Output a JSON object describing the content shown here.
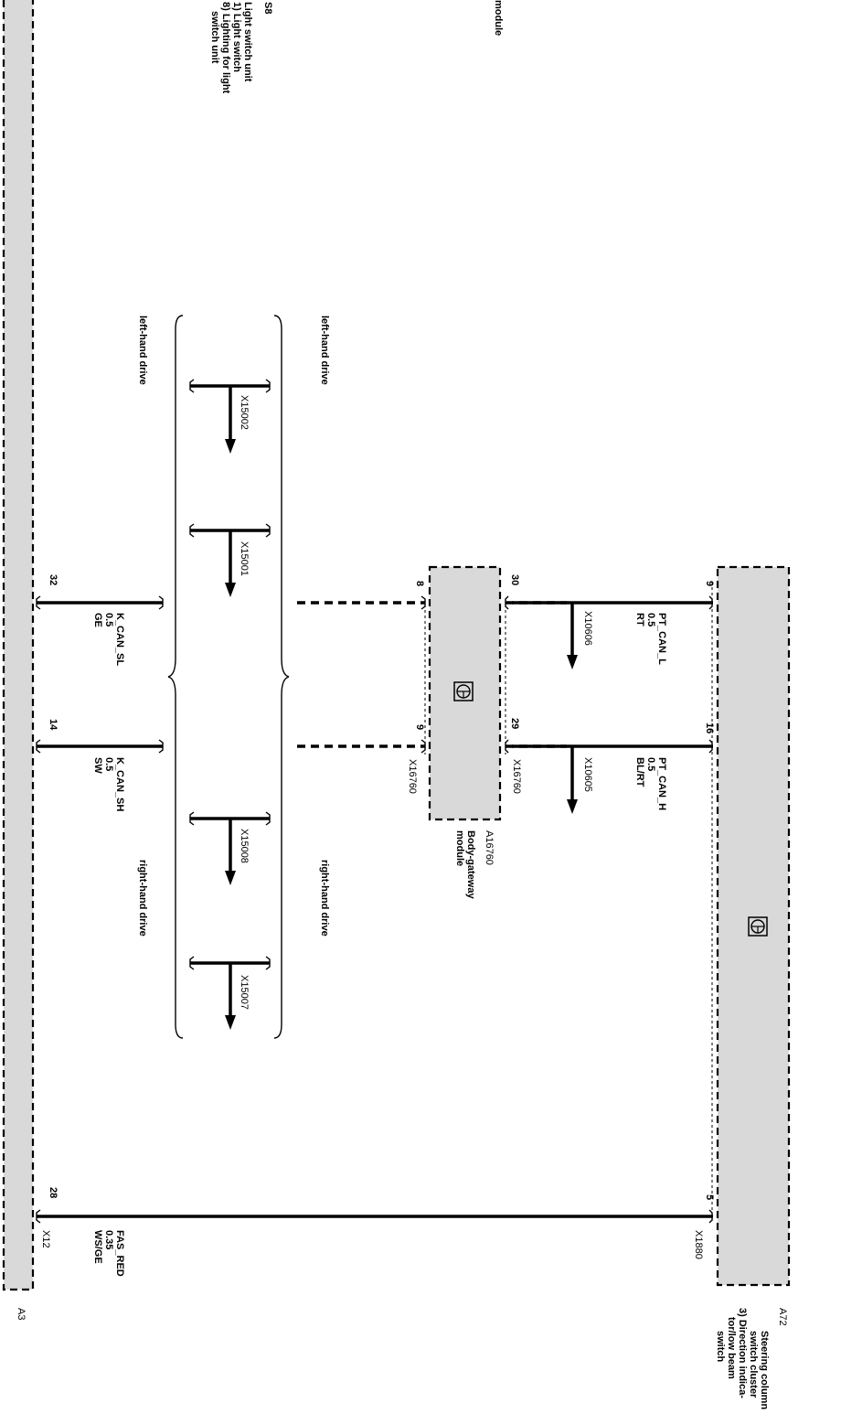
{
  "components": {
    "a72": {
      "code": "A72",
      "name": "Steering column switch cluster",
      "detail": "3) Direction indicator/low beam switch",
      "lines": [
        "Steering column",
        "switch cluster",
        "3) Direction indica-",
        "tor/low beam",
        "switch"
      ]
    },
    "a16760": {
      "code": "A16760",
      "lines": [
        "Body-gateway",
        "module"
      ]
    },
    "a3": {
      "code": "A3",
      "partial_text": "module"
    },
    "s8": {
      "code": "S8",
      "lines": [
        "Light switch unit",
        "1) Light switch",
        "8) Lighting for light",
        "switch unit"
      ]
    }
  },
  "connectors": {
    "x1880": "X1880",
    "x16760_left": "X16760",
    "x16760_right": "X16760",
    "x12": "X12",
    "x10606": "X10606",
    "x10605": "X10605",
    "x15002": "X15002",
    "x15001": "X15001",
    "x15008": "X15008",
    "x15007": "X15007"
  },
  "variants": {
    "lhd_top": "left-hand drive",
    "lhd_bottom": "left-hand drive",
    "rhd_top": "right-hand drive",
    "rhd_bottom": "right-hand drive"
  },
  "wires": {
    "pt_can_l": {
      "signal": "PT_CAN_L",
      "size": "0.5",
      "color": "RT",
      "pin_a72": "9",
      "pin_gw": "30"
    },
    "pt_can_h": {
      "signal": "PT_CAN_H",
      "size": "0.5",
      "color": "BL/RT",
      "pin_a72": "16",
      "pin_gw": "29"
    },
    "k_can_sl": {
      "signal": "K_CAN_SL",
      "size": "0.5",
      "color": "GE",
      "pin_gw": "8",
      "pin_a3": "32"
    },
    "k_can_sh": {
      "signal": "K_CAN_SH",
      "size": "0.5",
      "color": "SW",
      "pin_gw": "9",
      "pin_a3": "14"
    },
    "fas_red": {
      "signal": "FAS_RED",
      "size": "0.35",
      "color": "WS/GE",
      "pin_a72": "5",
      "pin_a3": "28"
    }
  }
}
